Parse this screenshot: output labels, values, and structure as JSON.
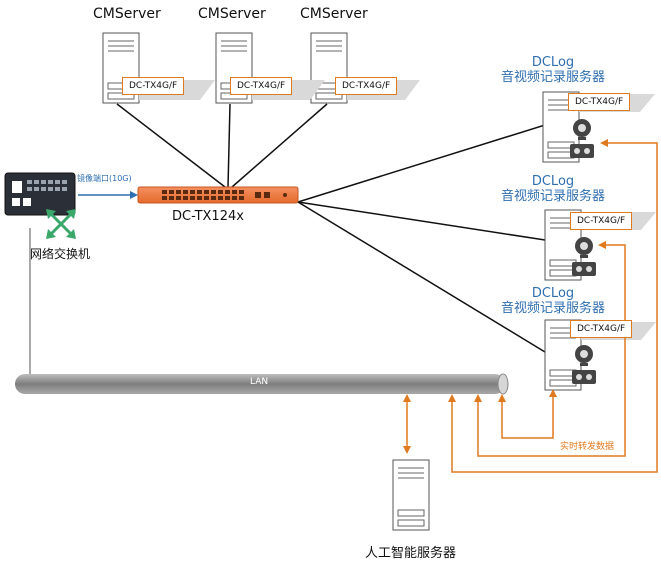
{
  "cm_servers": [
    {
      "title": "CMServer",
      "card": "DC-TX4G/F"
    },
    {
      "title": "CMServer",
      "card": "DC-TX4G/F"
    },
    {
      "title": "CMServer",
      "card": "DC-TX4G/F"
    }
  ],
  "dclog_servers": [
    {
      "line1": "DCLog",
      "line2": "音视频记录服务器",
      "card": "DC-TX4G/F"
    },
    {
      "line1": "DCLog",
      "line2": "音视频记录服务器",
      "card": "DC-TX4G/F"
    },
    {
      "line1": "DCLog",
      "line2": "音视频记录服务器",
      "card": "DC-TX4G/F"
    }
  ],
  "central_switch": {
    "label": "DC-TX124x"
  },
  "network_switch": {
    "label": "网络交换机"
  },
  "mirror_port": {
    "label": "镜像端口(10G)"
  },
  "lan": {
    "label": "LAN"
  },
  "ai_server": {
    "label": "人工智能服务器"
  },
  "realtime": {
    "label": "实时转发数据"
  },
  "colors": {
    "orange": "#e07a1e",
    "blue": "#2f6fb0",
    "switch_orange": "#f07b3a",
    "lan_gray": "#8e8e8e"
  },
  "icons": [
    "tower-server-icon",
    "camera-icon",
    "tape-icon",
    "switch-icon",
    "arrows-icon"
  ]
}
